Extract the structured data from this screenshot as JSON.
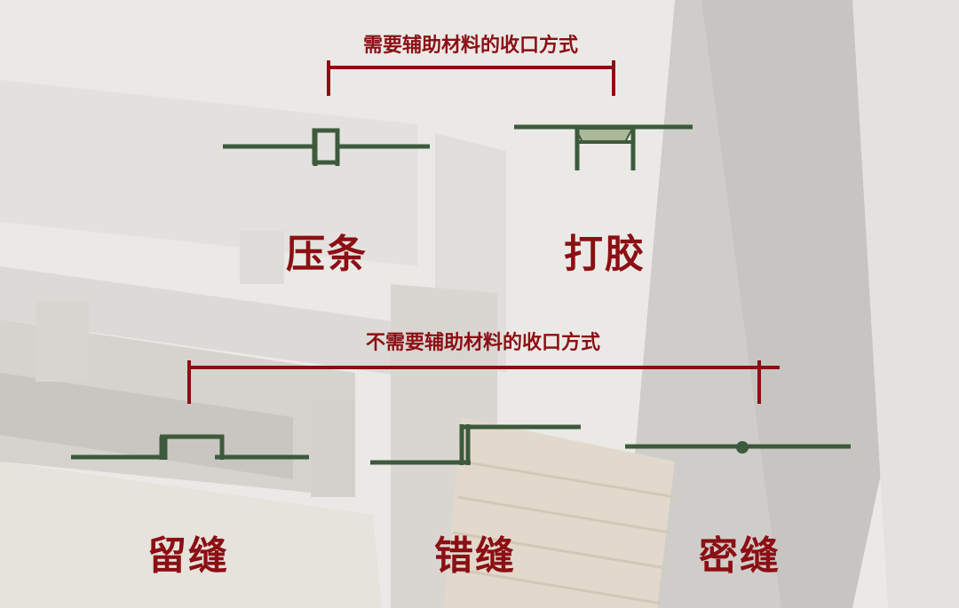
{
  "top_group": {
    "title": "需要辅助材料的收口方式",
    "methods": [
      "压条",
      "打胶"
    ]
  },
  "bottom_group": {
    "title": "不需要辅助材料的收口方式",
    "methods": [
      "留缝",
      "错缝",
      "密缝"
    ]
  },
  "colors": {
    "accent": "#8b0f14",
    "line": "#3d5a3c",
    "sealant": "#a9b99a"
  }
}
